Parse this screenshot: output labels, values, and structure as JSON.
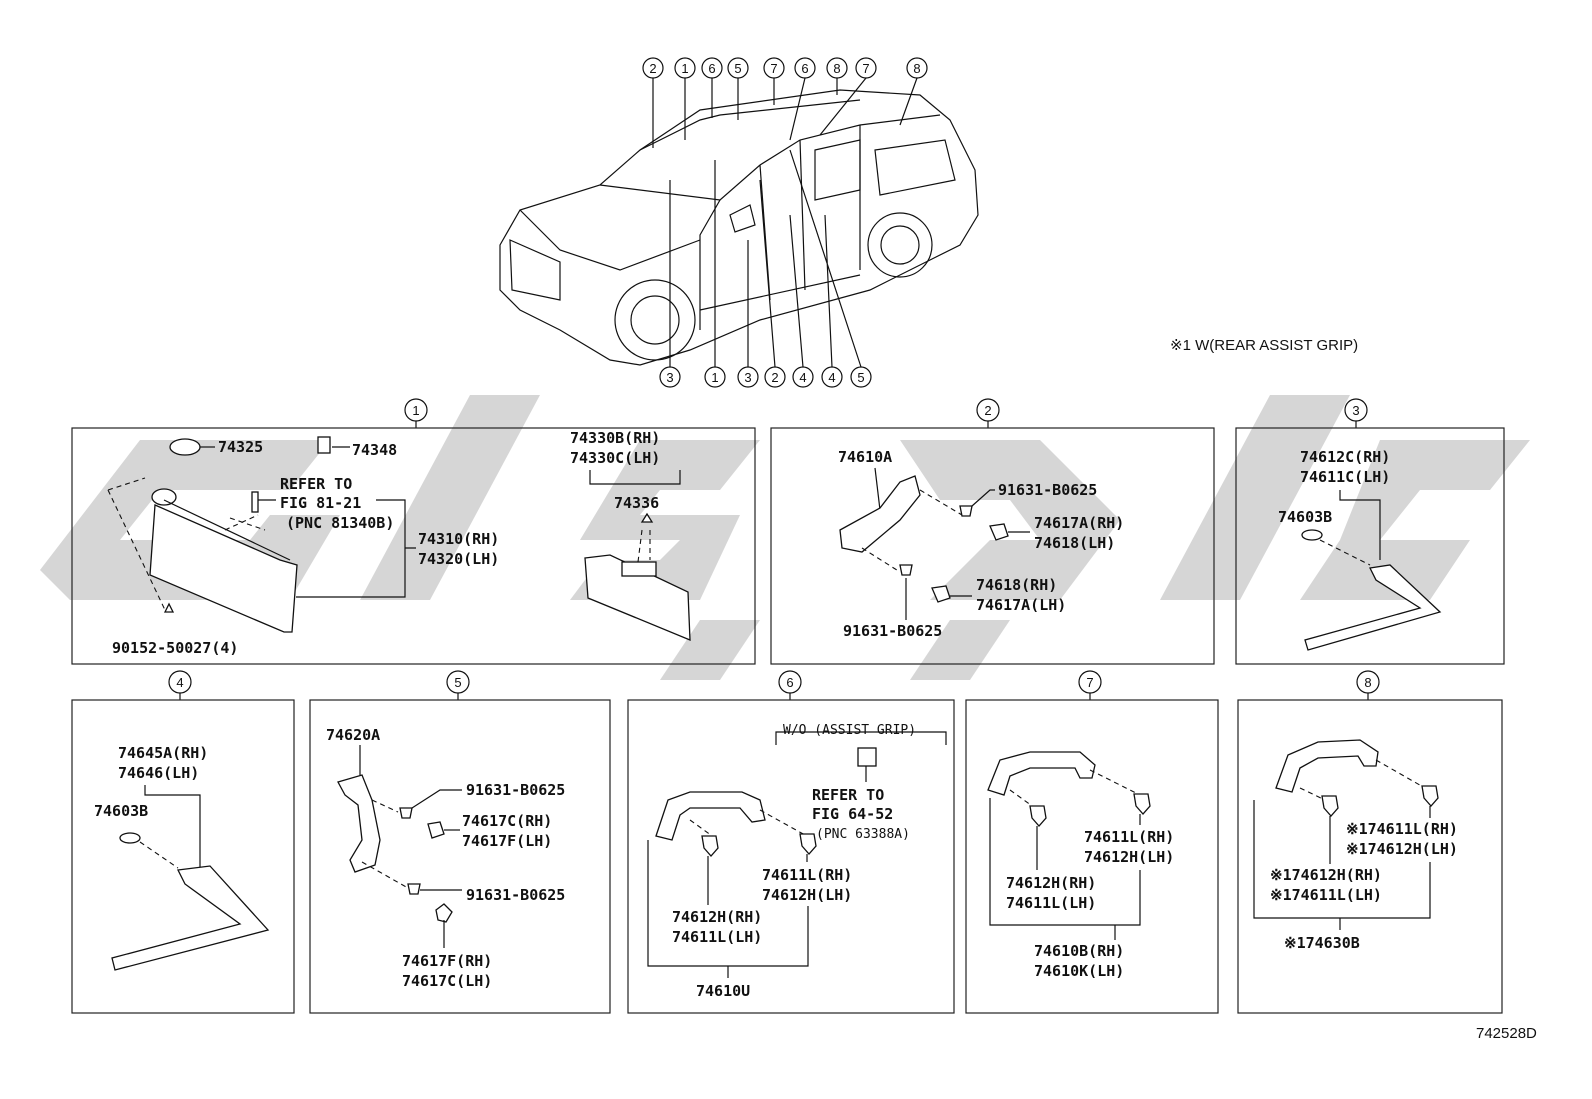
{
  "diagram_id": "742528D",
  "footnote": "※1 W(REAR ASSIST GRIP)",
  "car_callouts_top": [
    "2",
    "1",
    "6",
    "5",
    "7",
    "6",
    "8",
    "7",
    "8"
  ],
  "car_callouts_bottom": [
    "3",
    "1",
    "3",
    "2",
    "4",
    "4",
    "5"
  ],
  "panels": {
    "p1": {
      "num": "1",
      "parts": {
        "a": "74325",
        "b": "74348",
        "c1": "74330B(RH)",
        "c2": "74330C(LH)",
        "d": "74336",
        "r1": "REFER TO",
        "r2": "FIG 81-21",
        "r3": "(PNC 81340B)",
        "e1": "74310(RH)",
        "e2": "74320(LH)",
        "f": "90152-50027(4)"
      }
    },
    "p2": {
      "num": "2",
      "parts": {
        "a": "74610A",
        "b": "91631-B0625",
        "c1": "74617A(RH)",
        "c2": "74618(LH)",
        "d1": "74618(RH)",
        "d2": "74617A(LH)",
        "e": "91631-B0625"
      }
    },
    "p3": {
      "num": "3",
      "parts": {
        "a1": "74612C(RH)",
        "a2": "74611C(LH)",
        "b": "74603B"
      }
    },
    "p4": {
      "num": "4",
      "parts": {
        "a1": "74645A(RH)",
        "a2": "74646(LH)",
        "b": "74603B"
      }
    },
    "p5": {
      "num": "5",
      "parts": {
        "a": "74620A",
        "b": "91631-B0625",
        "c1": "74617C(RH)",
        "c2": "74617F(LH)",
        "d": "91631-B0625",
        "e1": "74617F(RH)",
        "e2": "74617C(LH)"
      }
    },
    "p6": {
      "num": "6",
      "parts": {
        "wo": "W/O (ASSIST GRIP)",
        "r1": "REFER TO",
        "r2": "FIG 64-52",
        "r3": "(PNC 63388A)",
        "a1": "74611L(RH)",
        "a2": "74612H(LH)",
        "b1": "74612H(RH)",
        "b2": "74611L(LH)",
        "c": "74610U"
      }
    },
    "p7": {
      "num": "7",
      "parts": {
        "a1": "74611L(RH)",
        "a2": "74612H(LH)",
        "b1": "74612H(RH)",
        "b2": "74611L(LH)",
        "c1": "74610B(RH)",
        "c2": "74610K(LH)"
      }
    },
    "p8": {
      "num": "8",
      "parts": {
        "a1": "※174611L(RH)",
        "a2": "※174612H(LH)",
        "b1": "※174612H(RH)",
        "b2": "※174611L(LH)",
        "c": "※174630B"
      }
    }
  }
}
